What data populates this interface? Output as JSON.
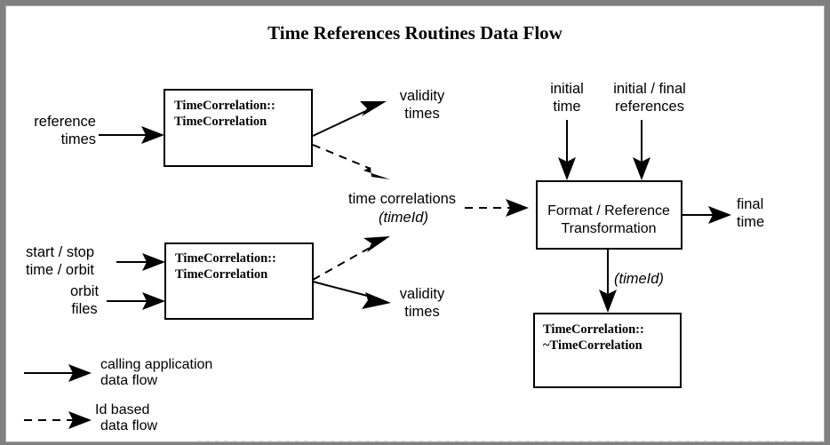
{
  "page": {
    "title": "Time References Routines Data Flow",
    "background_color": "#808080",
    "canvas_color": "#ffffff",
    "line_color": "#000000"
  },
  "boxes": [
    {
      "id": "time-correlation-ctor-1",
      "line1": "TimeCorrelation::",
      "line2": "TimeCorrelation",
      "style": "serif-bold"
    },
    {
      "id": "time-correlation-ctor-2",
      "line1": "TimeCorrelation::",
      "line2": "TimeCorrelation",
      "style": "serif-bold"
    },
    {
      "id": "format-reference-transformation",
      "line1": "Format / Reference",
      "line2": "Transformation",
      "style": "sans-regular"
    },
    {
      "id": "time-correlation-dtor",
      "line1": "TimeCorrelation::",
      "line2": "~TimeCorrelation",
      "style": "serif-bold"
    }
  ],
  "flow_labels": {
    "reference_times_l1": "reference",
    "reference_times_l2": "times",
    "validity_times_top_l1": "validity",
    "validity_times_top_l2": "times",
    "validity_times_bottom_l1": "validity",
    "validity_times_bottom_l2": "times",
    "time_correlations_l1": "time correlations",
    "time_correlations_l2": "(timeId)",
    "start_stop_l1": "start / stop",
    "start_stop_l2": "time / orbit",
    "orbit_files_l1": "orbit",
    "orbit_files_l2": "files",
    "initial_time_l1": "initial",
    "initial_time_l2": "time",
    "initial_final_refs_l1": "initial / final",
    "initial_final_refs_l2": "references",
    "final_time_l1": "final",
    "final_time_l2": "time",
    "timeid_dtor": "(timeId)"
  },
  "legend": {
    "solid_l1": "calling application",
    "solid_l2": "data flow",
    "dashed_l1": "Id based",
    "dashed_l2": "data flow"
  }
}
